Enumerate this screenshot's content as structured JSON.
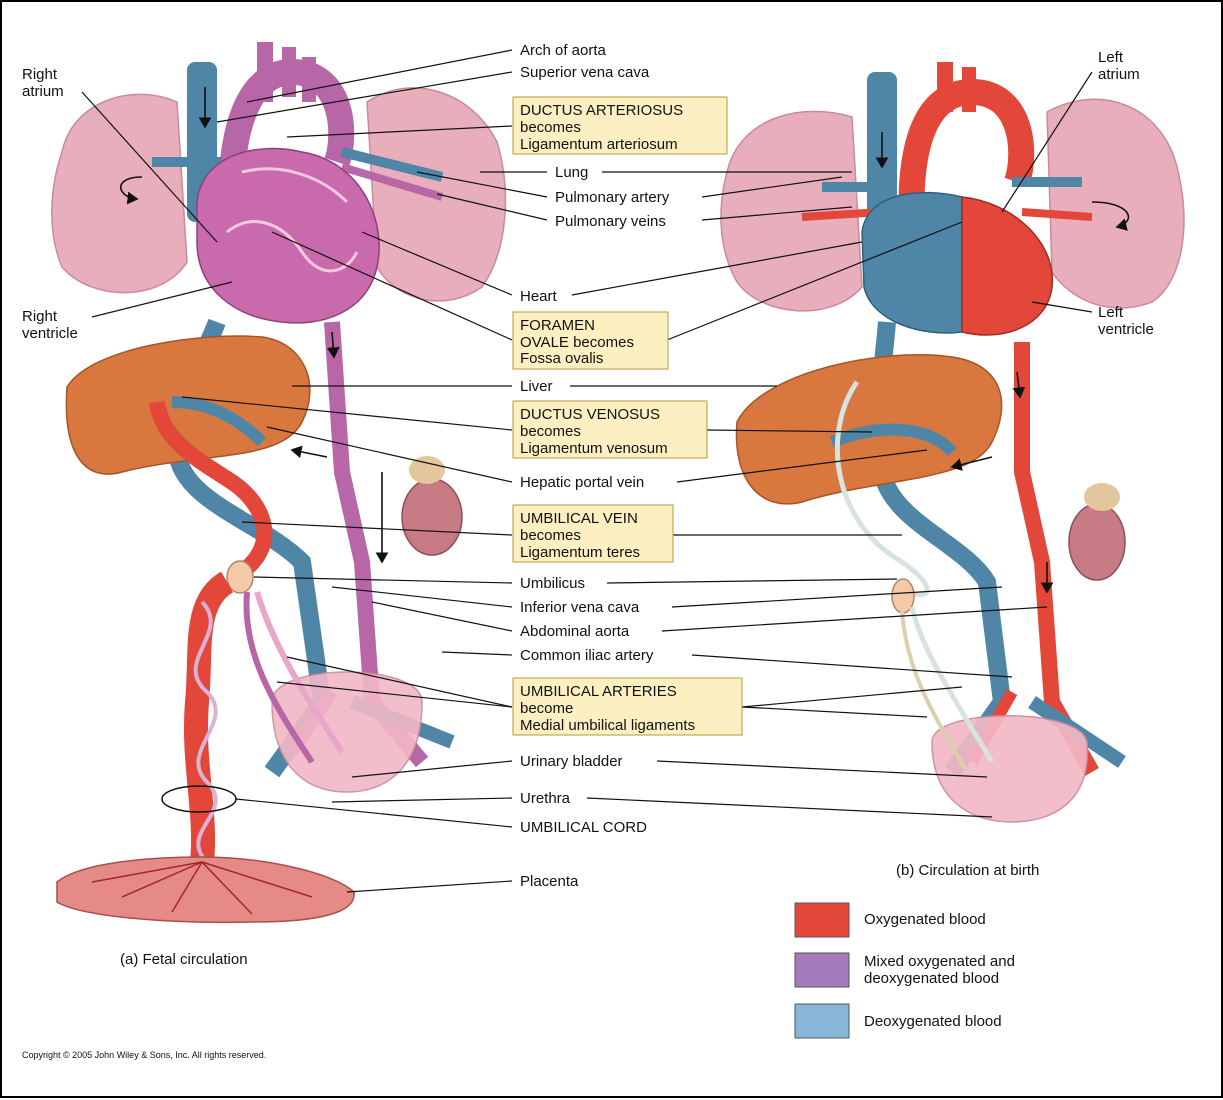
{
  "labels": {
    "arch_of_aorta": "Arch of aorta",
    "superior_vena_cava": "Superior vena cava",
    "lung": "Lung",
    "pulmonary_artery": "Pulmonary artery",
    "pulmonary_veins": "Pulmonary veins",
    "heart": "Heart",
    "liver": "Liver",
    "hepatic_portal_vein": "Hepatic portal vein",
    "umbilicus": "Umbilicus",
    "inferior_vena_cava": "Inferior vena cava",
    "abdominal_aorta": "Abdominal aorta",
    "common_iliac_artery": "Common iliac artery",
    "urinary_bladder": "Urinary bladder",
    "urethra": "Urethra",
    "umbilical_cord": "UMBILICAL CORD",
    "placenta": "Placenta",
    "right_atrium_1": "Right",
    "right_atrium_2": "atrium",
    "right_ventricle_1": "Right",
    "right_ventricle_2": "ventricle",
    "left_atrium_1": "Left",
    "left_atrium_2": "atrium",
    "left_ventricle_1": "Left",
    "left_ventricle_2": "ventricle"
  },
  "boxes": {
    "ductus_arteriosus": [
      "DUCTUS ARTERIOSUS",
      "becomes",
      "Ligamentum arteriosum"
    ],
    "foramen_ovale": [
      "FORAMEN",
      "OVALE becomes",
      "Fossa ovalis"
    ],
    "ductus_venosus": [
      "DUCTUS VENOSUS",
      "becomes",
      "Ligamentum venosum"
    ],
    "umbilical_vein": [
      "UMBILICAL VEIN",
      "becomes",
      "Ligamentum teres"
    ],
    "umbilical_arteries": [
      "UMBILICAL ARTERIES",
      "become",
      "Medial umbilical ligaments"
    ]
  },
  "captions": {
    "fetal": "(a) Fetal circulation",
    "birth": "(b) Circulation at birth"
  },
  "legend": [
    {
      "label_lines": [
        "Oxygenated blood"
      ],
      "color": "#e2473a"
    },
    {
      "label_lines": [
        "Mixed oxygenated and",
        "deoxygenated blood"
      ],
      "color": "#a57bbd"
    },
    {
      "label_lines": [
        "Deoxygenated blood"
      ],
      "color": "#87b6d9"
    }
  ],
  "copyright": "Copyright © 2005 John Wiley & Sons, Inc.  All rights reserved.",
  "colors": {
    "oxygenated": "#e2473a",
    "mixed": "#b766a8",
    "deoxygenated": "#4f86a8",
    "lung": "#e9aebb",
    "liver": "#d8783f",
    "kidney": "#c77b84",
    "bladder": "#f2b8c6",
    "label_box": "#fcf0c2"
  }
}
